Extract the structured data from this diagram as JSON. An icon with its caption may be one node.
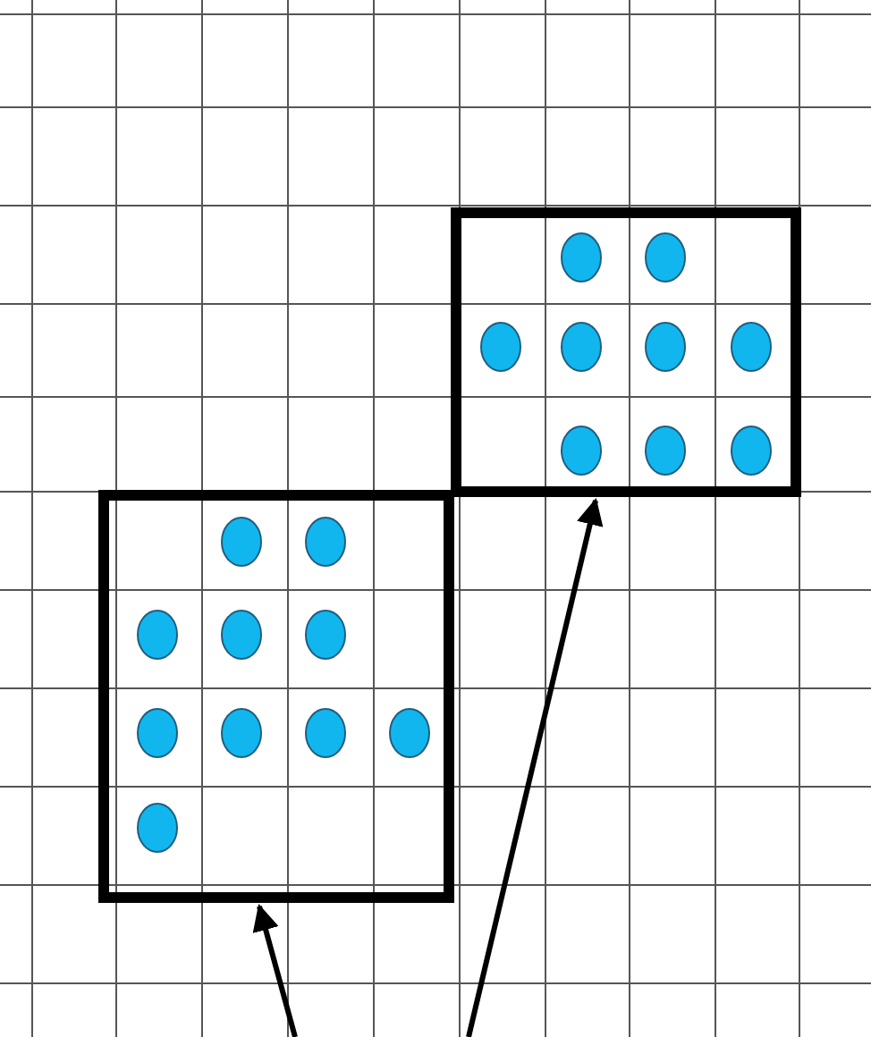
{
  "diagram": {
    "nodes": [
      {
        "text": [],
        "shape": "box"
      },
      {
        "text": [],
        "shape": "box"
      }
    ],
    "edges": [
      {
        "from": null,
        "to": 0,
        "arrow": "to"
      },
      {
        "from": null,
        "to": 1,
        "arrow": "to"
      }
    ]
  }
}
